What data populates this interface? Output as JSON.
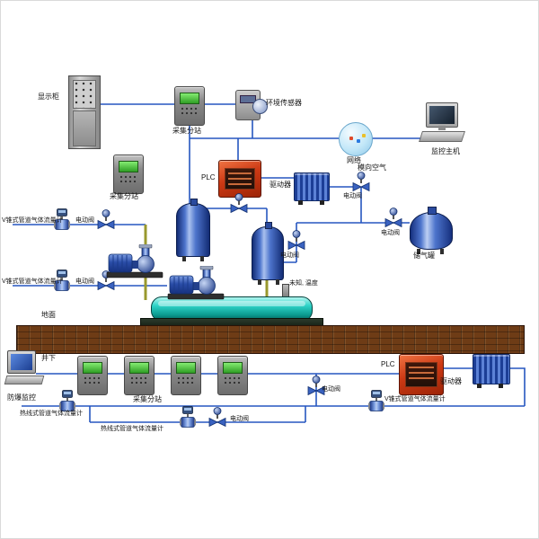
{
  "diagram": {
    "labels": {
      "display_cabinet": "显示柜",
      "collection_substation": "采集分站",
      "env_sensor": "环境传感器",
      "network": "网络",
      "monitor_host": "监控主机",
      "plc": "PLC",
      "driver": "驱动器",
      "lateral_air": "模向空气",
      "electric_valve": "电动阀",
      "gas_storage_tank": "储气罐",
      "vcone_flowmeter": "V锥式管道气体流量计",
      "hotwire_flowmeter": "热线式管道气体流量计",
      "unknown_temperature": "未知, 温度",
      "ground_surface": "地面",
      "underground": "井下",
      "explosion_proof_monitor": "防爆监控"
    },
    "colors": {
      "wire_blue": "#2656c0",
      "pipe_yellow": "#99992e",
      "plc_red": "#cc3914",
      "equipment_blue": "#3a62c0",
      "tank_cyan": "#17c2bb",
      "brick_brown": "#6e3c16",
      "screen_green": "#46c23a"
    }
  }
}
